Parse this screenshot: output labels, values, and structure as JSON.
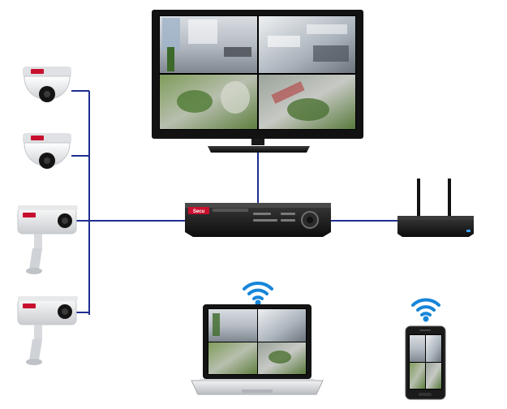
{
  "brand": {
    "label": "Secu",
    "accent": "#c8102e"
  },
  "colors": {
    "connection": "#1f2f8f",
    "wifi": "#1686d9",
    "device_dark": "#1c1c1c",
    "screen_edge": "#0f0f0f",
    "camera_body": "#e9eaec"
  },
  "nodes": {
    "cameras": [
      {
        "kind": "dome",
        "icon": "dome-camera-icon"
      },
      {
        "kind": "dome",
        "icon": "dome-camera-icon"
      },
      {
        "kind": "bullet",
        "icon": "bullet-camera-icon"
      },
      {
        "kind": "bullet",
        "icon": "bullet-camera-icon"
      }
    ],
    "recorder": {
      "icon": "network-video-recorder-icon"
    },
    "monitor": {
      "icon": "monitor-icon",
      "feeds": 4
    },
    "router": {
      "icon": "wifi-router-icon"
    },
    "laptop": {
      "icon": "laptop-icon",
      "feeds": 4,
      "wireless": true
    },
    "phone": {
      "icon": "smartphone-icon",
      "feeds": 4,
      "wireless": true
    }
  }
}
